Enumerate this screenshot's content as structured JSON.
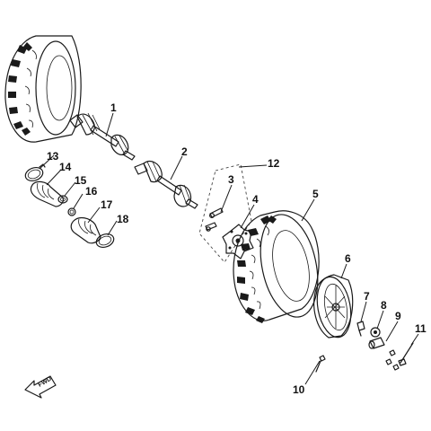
{
  "callouts": {
    "c1": "1",
    "c2": "2",
    "c3": "3",
    "c4": "4",
    "c5": "5",
    "c6": "6",
    "c7": "7",
    "c8": "8",
    "c9": "9",
    "c10": "10",
    "c11": "11",
    "c12": "12",
    "c13": "13",
    "c14": "14",
    "c15": "15",
    "c16": "16",
    "c17": "17",
    "c18": "18"
  },
  "direction_marker": {
    "label": "FWD",
    "icon": "forward-arrow-icon"
  }
}
